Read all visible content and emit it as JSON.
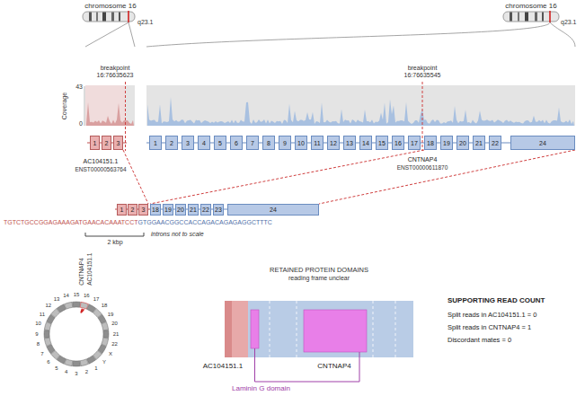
{
  "diagram": {
    "nodes": [
      {
        "text": [
          "1"
        ]
      },
      {
        "text": [
          "2"
        ]
      },
      {
        "text": [
          "3"
        ]
      },
      {
        "text": [
          "1"
        ]
      },
      {
        "text": [
          "2"
        ]
      },
      {
        "text": [
          "3"
        ]
      },
      {
        "text": [
          "4"
        ]
      },
      {
        "text": [
          "5"
        ]
      },
      {
        "text": [
          "6"
        ]
      },
      {
        "text": [
          "7"
        ]
      },
      {
        "text": [
          "8"
        ]
      },
      {
        "text": [
          "9"
        ]
      },
      {
        "text": [
          "10"
        ]
      },
      {
        "text": [
          "11"
        ]
      },
      {
        "text": [
          "12"
        ]
      },
      {
        "text": [
          "13"
        ]
      },
      {
        "text": [
          "14"
        ]
      },
      {
        "text": [
          "15"
        ]
      },
      {
        "text": [
          "16"
        ]
      },
      {
        "text": [
          "17"
        ]
      },
      {
        "text": [
          "18"
        ]
      },
      {
        "text": [
          "19"
        ]
      },
      {
        "text": [
          "20"
        ]
      },
      {
        "text": [
          "21"
        ]
      },
      {
        "text": [
          "22"
        ]
      },
      {
        "text": [
          "24"
        ]
      },
      {
        "text": [
          "1"
        ]
      },
      {
        "text": [
          "2"
        ]
      },
      {
        "text": [
          "3"
        ]
      },
      {
        "text": [
          "18"
        ]
      },
      {
        "text": [
          "19"
        ]
      },
      {
        "text": [
          "20"
        ]
      },
      {
        "text": [
          "21"
        ]
      },
      {
        "text": [
          "22"
        ]
      },
      {
        "text": [
          "23"
        ]
      },
      {
        "text": [
          "24"
        ]
      }
    ],
    "edges": [
      {
        "from": 2,
        "to": 28,
        "arrow": "none"
      },
      {
        "from": 20,
        "to": 29,
        "arrow": "none"
      },
      {
        "from": 25,
        "to": 35,
        "arrow": "none"
      }
    ],
    "labels": [
      "chromosome 16",
      "q23.1",
      "chromosome 16",
      "q23.1",
      "breakpoint",
      "16:76635623",
      "breakpoint",
      "16:76635545",
      "Coverage",
      "43",
      "0",
      "AC104151.1",
      "ENST00000563764",
      "CNTNAP4",
      "ENST00000611870",
      "TGTCTGCCGGAGAAAGATGAACACAAATCCT",
      "GTGGAACGGCCACCAGACAGAGAGGCTTTC",
      "2 kbp",
      "introns not to scale",
      "1",
      "2",
      "3",
      "4",
      "5",
      "6",
      "7",
      "8",
      "9",
      "10",
      "11",
      "12",
      "13",
      "14",
      "15",
      "16",
      "17",
      "18",
      "19",
      "20",
      "21",
      "22",
      "X",
      "Y",
      "CNTNAP4",
      "AC104151.1",
      "RETAINED PROTEIN DOMAINS",
      "reading frame unclear",
      "AC104151.1",
      "CNTNAP4",
      "Laminin G domain",
      "SUPPORTING READ COUNT",
      "Split reads in AC104151.1 = 0",
      "Split reads in CNTNAP4 = 1",
      "Discordant mates = 0"
    ]
  }
}
